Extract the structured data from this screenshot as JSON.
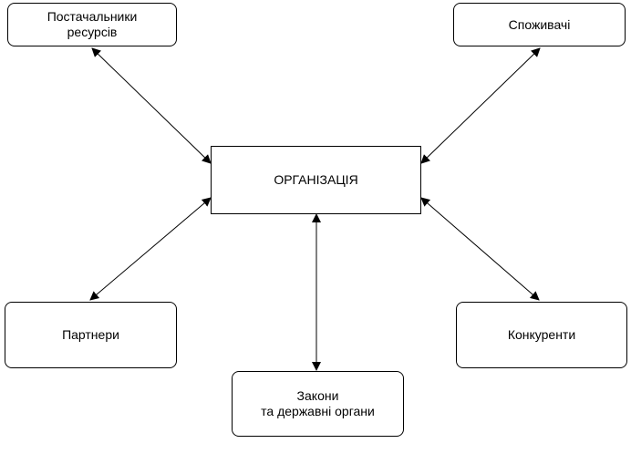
{
  "diagram": {
    "center": {
      "label": "ОРГАНІЗАЦІЯ"
    },
    "nodes": {
      "suppliers": {
        "label": "Постачальники\nресурсів"
      },
      "consumers": {
        "label": "Споживачі"
      },
      "partners": {
        "label": "Партнери"
      },
      "competitors": {
        "label": "Конкуренти"
      },
      "laws": {
        "label": "Закони\nта державні органи"
      }
    },
    "connections": [
      {
        "from": "suppliers",
        "to": "organization",
        "direction": "bidirectional"
      },
      {
        "from": "consumers",
        "to": "organization",
        "direction": "bidirectional"
      },
      {
        "from": "partners",
        "to": "organization",
        "direction": "bidirectional"
      },
      {
        "from": "competitors",
        "to": "organization",
        "direction": "bidirectional"
      },
      {
        "from": "laws",
        "to": "organization",
        "direction": "bidirectional"
      }
    ],
    "colors": {
      "stroke": "#000000",
      "background": "#ffffff"
    }
  }
}
